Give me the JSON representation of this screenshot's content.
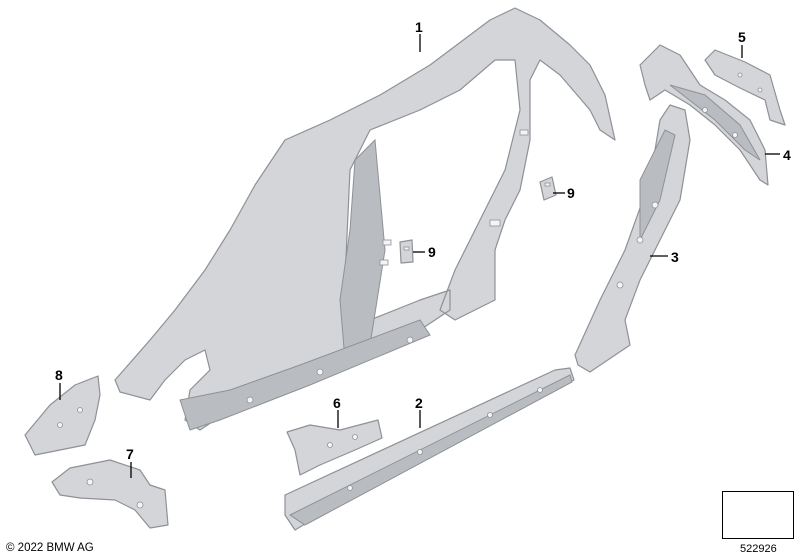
{
  "callouts": [
    {
      "id": "1",
      "label": "1"
    },
    {
      "id": "2",
      "label": "2"
    },
    {
      "id": "3",
      "label": "3"
    },
    {
      "id": "4",
      "label": "4"
    },
    {
      "id": "5",
      "label": "5"
    },
    {
      "id": "6",
      "label": "6"
    },
    {
      "id": "7",
      "label": "7"
    },
    {
      "id": "8",
      "label": "8"
    },
    {
      "id": "9a",
      "label": "9"
    },
    {
      "id": "9b",
      "label": "9"
    }
  ],
  "footer": {
    "copyright": "© 2022 BMW AG",
    "diagram_number": "522926"
  },
  "colors": {
    "part_fill": "#d3d5d8",
    "part_stroke": "#8e9196",
    "text": "#000000"
  }
}
